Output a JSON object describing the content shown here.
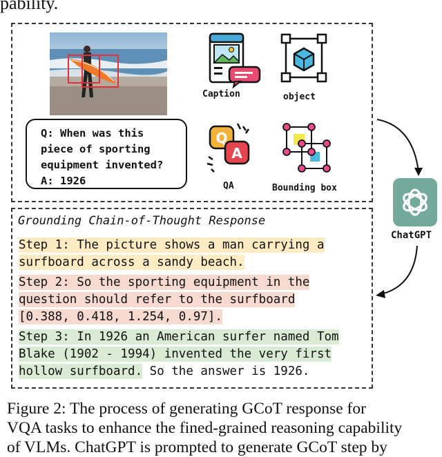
{
  "header_fragment": "pability.",
  "qa": {
    "lines": [
      "Q: When was this",
      "piece of sporting",
      "equipment invented?",
      "A: 1926"
    ]
  },
  "icons": {
    "caption_label": "Caption",
    "object_label": "object",
    "qa_label": "QA",
    "bbox_label": "Bounding box"
  },
  "chatgpt_label": "ChatGPT",
  "response": {
    "title": "Grounding Chain-of-Thought Response",
    "step1": [
      "Step 1: The picture shows a man carrying a",
      "surfboard across a sandy beach."
    ],
    "step2": [
      "Step 2: So the sporting equipment in the",
      "question should refer to the surfboard",
      "[0.388, 0.418, 1.254, 0.97]."
    ],
    "step3": [
      "Step 3: In 1926 an American surfer named Tom",
      "Blake (1902 - 1994) invented the very first",
      "hollow surfboard."
    ],
    "step3_tail": " So the answer is 1926."
  },
  "caption": {
    "lines": [
      "Figure 2: The process of generating GCoT response for",
      "VQA tasks to enhance the fined-grained reasoning capability",
      "of VLMs. ChatGPT is prompted to generate GCoT step by"
    ]
  },
  "colors": {
    "step1_bg": "#fdebc3",
    "step2_bg": "#f6d9cf",
    "step3_bg": "#d9ecd3",
    "chatgpt_green": "#74aa9c",
    "bbox_red": "#e0303a"
  }
}
